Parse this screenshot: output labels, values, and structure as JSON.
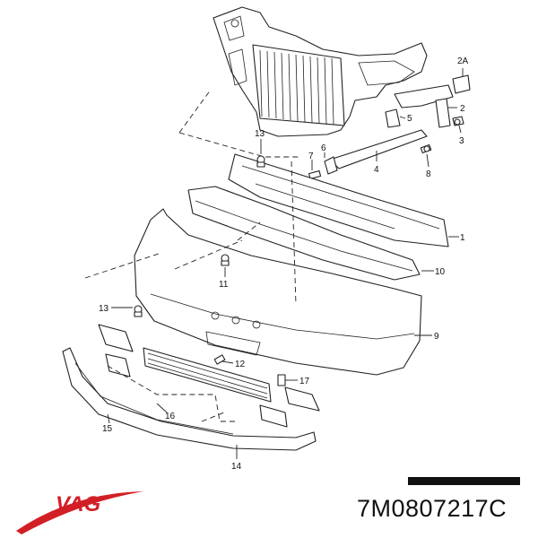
{
  "callouts": {
    "c1": "1",
    "c2": "2",
    "c2a": "2A",
    "c3": "3",
    "c4": "4",
    "c5": "5",
    "c6": "6",
    "c7": "7",
    "c8": "8",
    "c9": "9",
    "c10": "10",
    "c11": "11",
    "c12": "12",
    "c13a": "13",
    "c13b": "13",
    "c14": "14",
    "c15": "15",
    "c16": "16",
    "c17": "17"
  },
  "brand": "VAG",
  "part_number": "7M0807217C",
  "colors": {
    "logo_red": "#d21f26",
    "ink": "#222222"
  }
}
